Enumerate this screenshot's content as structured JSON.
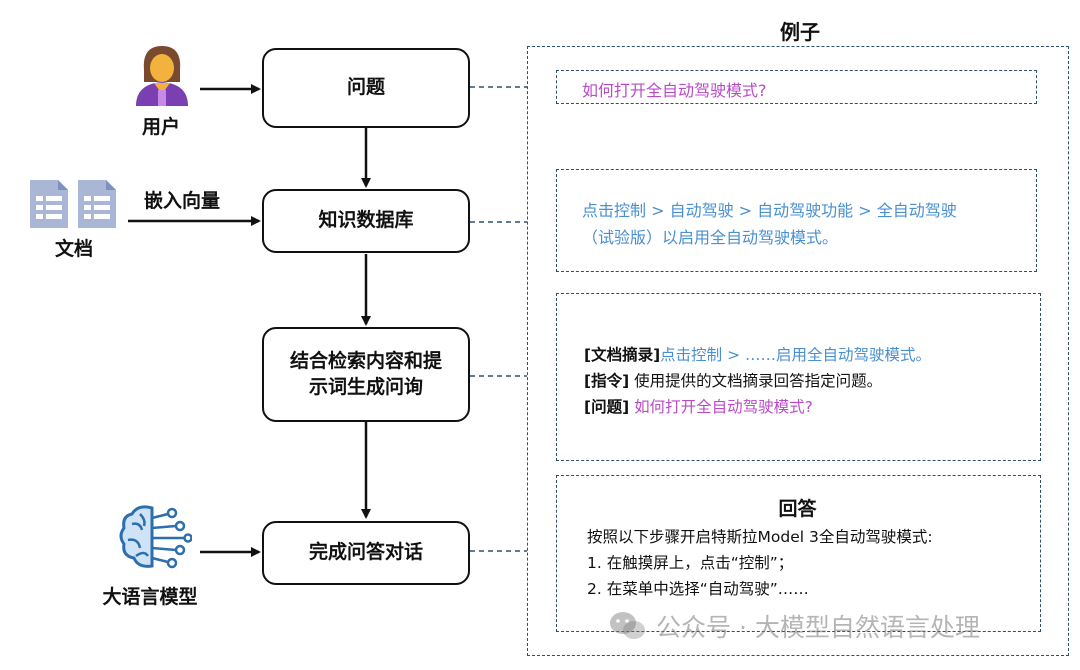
{
  "left": {
    "actors": {
      "user_label": "用户",
      "docs_label": "文档",
      "llm_label": "大语言模型"
    },
    "edge_label": "嵌入向量",
    "steps": [
      {
        "label": "问题"
      },
      {
        "label": "知识数据库"
      },
      {
        "label_line1": "结合检索内容和提",
        "label_line2": "示词生成问询"
      },
      {
        "label": "完成问答对话"
      }
    ]
  },
  "right": {
    "title": "例子",
    "question_example": "如何打开全自动驾驶模式?",
    "kb_example": {
      "line1": "点击控制 > 自动驾驶 > 自动驾驶功能 > 全自动驾驶",
      "line2": "（试验版）以启用全自动驾驶模式。"
    },
    "prompt_example": {
      "doc_tag": "[文档摘录]",
      "doc_text": "点击控制 > ……启用全自动驾驶模式。",
      "instr_tag": "[指令]",
      "instr_text": " 使用提供的文档摘录回答指定问题。",
      "q_tag": "[问题]",
      "q_text": " 如何打开全自动驾驶模式?"
    },
    "answer_example": {
      "title": "回答",
      "line1": "按照以下步骤开启特斯拉Model 3全自动驾驶模式:",
      "line2": "1. 在触摸屏上，点击“控制”；",
      "line3": "2. 在菜单中选择“自动驾驶”……"
    }
  },
  "watermark": "公众号 · 大模型自然语言处理",
  "colors": {
    "question_text": "#b84cc6",
    "retrieved_text": "#4a8fd0",
    "dashed_border": "#2f4f72"
  }
}
